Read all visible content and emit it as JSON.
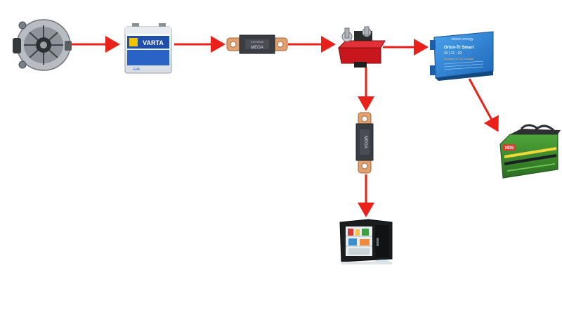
{
  "diagram": {
    "components": {
      "alternator": {
        "name": "alternator"
      },
      "starter_battery": {
        "name": "starter battery",
        "brand": "VARTA",
        "model": "E44"
      },
      "fuse_main": {
        "name": "mega fuse",
        "text": "MEGA",
        "brand": "VICTRON"
      },
      "busbar": {
        "name": "power distribution stud"
      },
      "dc_charger": {
        "name": "dc-dc charger",
        "brand": "victron energy",
        "title": "Orion-Tr Smart",
        "model": "24 | 12 - 20",
        "subtitle": "Isolated DC-DC charger"
      },
      "service_battery": {
        "name": "leisure battery",
        "brand": "NDS"
      },
      "fuse_branch": {
        "name": "mega fuse",
        "text": "MEGA"
      },
      "fridge": {
        "name": "mini fridge"
      }
    },
    "colors": {
      "arrow": "#e8211b",
      "charger_blue": "#2a7fd4",
      "battery_green": "#3a8a2e",
      "busbar_red": "#c8161d",
      "fuse_copper": "#e0a070"
    }
  }
}
